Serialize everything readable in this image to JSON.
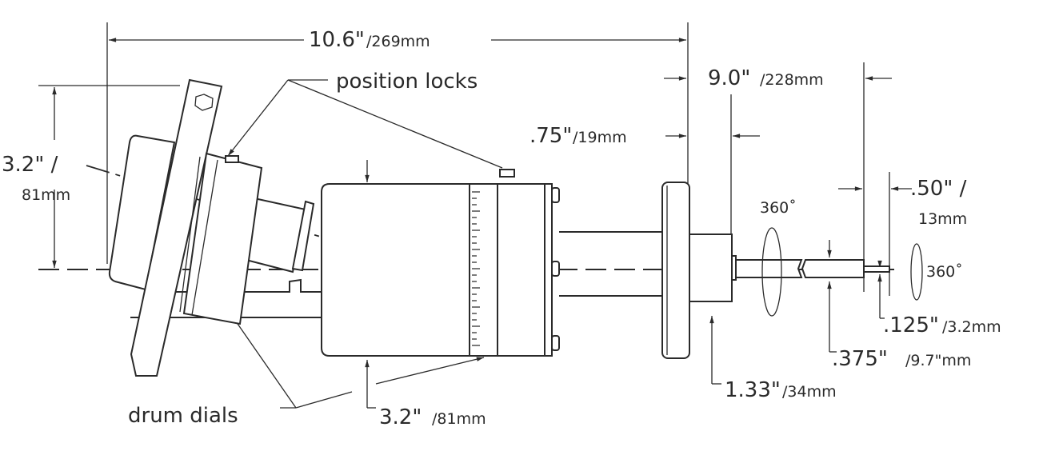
{
  "labels": {
    "overall_length": {
      "in": "10.6\"",
      "mm": "/269mm"
    },
    "position_locks": "position locks",
    "insertion": {
      "in": "9.0\"",
      "mm": "/228mm"
    },
    "flange_offset": {
      "in": ".75\"",
      "mm": "/19mm"
    },
    "height_left": {
      "in": "3.2\" /",
      "mm": "81mm"
    },
    "tip_length": {
      "in": ".50\" /",
      "mm": "13mm"
    },
    "rotation_shaft": "360˚",
    "rotation_tip": "360˚",
    "tip_diameter": {
      "in": ".125\"",
      "mm": "/3.2mm"
    },
    "rod_diameter": {
      "in": ".375\"",
      "mm": "/9.7\"mm"
    },
    "block_diameter": {
      "in": "1.33\"",
      "mm": "/34mm"
    },
    "drum_dials": "drum dials",
    "body_diameter": {
      "in": "3.2\"",
      "mm": "/81mm"
    }
  }
}
